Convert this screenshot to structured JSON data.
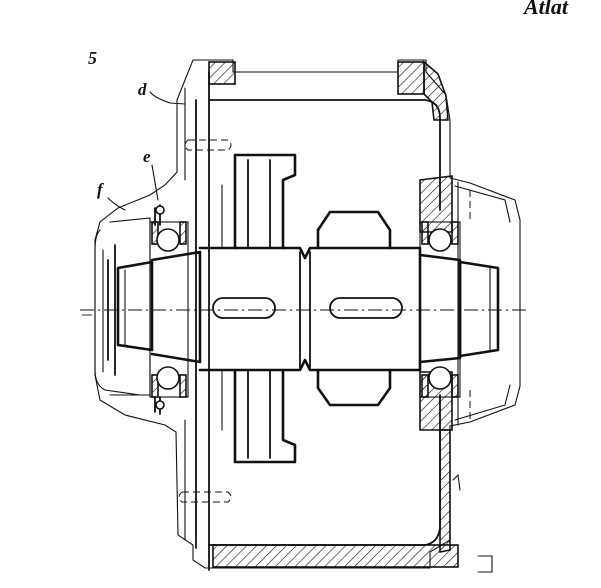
{
  "header_text": "Atlat",
  "labels": {
    "figure_number": "5",
    "d": "d",
    "e": "e",
    "f": "f"
  }
}
